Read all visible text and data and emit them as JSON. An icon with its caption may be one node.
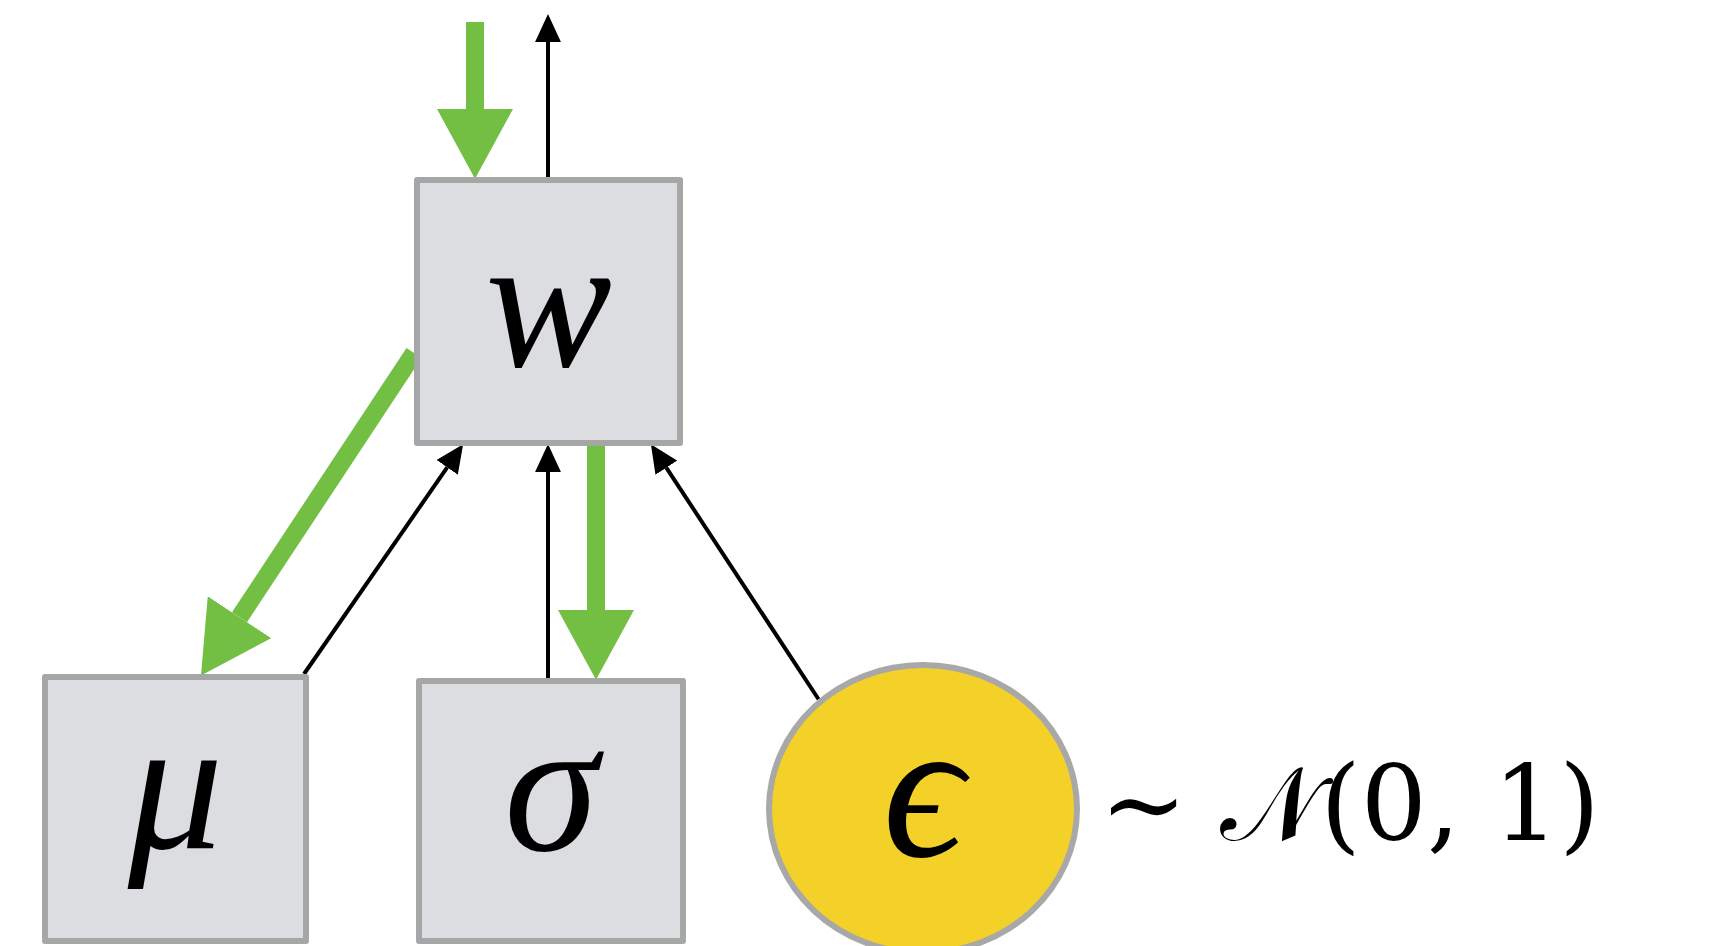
{
  "diagram": {
    "nodes": [
      {
        "text": [
          "w"
        ]
      },
      {
        "text": [
          "μ"
        ]
      },
      {
        "text": [
          "σ"
        ]
      },
      {
        "text": [
          "ϵ"
        ],
        "beside": [
          "∼ 𝒩(0, 1)"
        ]
      }
    ],
    "edges": [
      {
        "from": 1,
        "to": 0,
        "arrow": "to"
      },
      {
        "from": 2,
        "to": 0,
        "arrow": "to"
      },
      {
        "from": 3,
        "to": 0,
        "arrow": "to"
      },
      {
        "from": 0,
        "to": null,
        "arrow": "to"
      },
      {
        "from": null,
        "to": 0,
        "arrow": "to",
        "style": "thick",
        "color": "#72bf44"
      },
      {
        "from": 0,
        "to": 1,
        "arrow": "to",
        "style": "thick",
        "color": "#72bf44"
      },
      {
        "from": 0,
        "to": 2,
        "arrow": "to",
        "style": "thick",
        "color": "#72bf44"
      }
    ]
  }
}
